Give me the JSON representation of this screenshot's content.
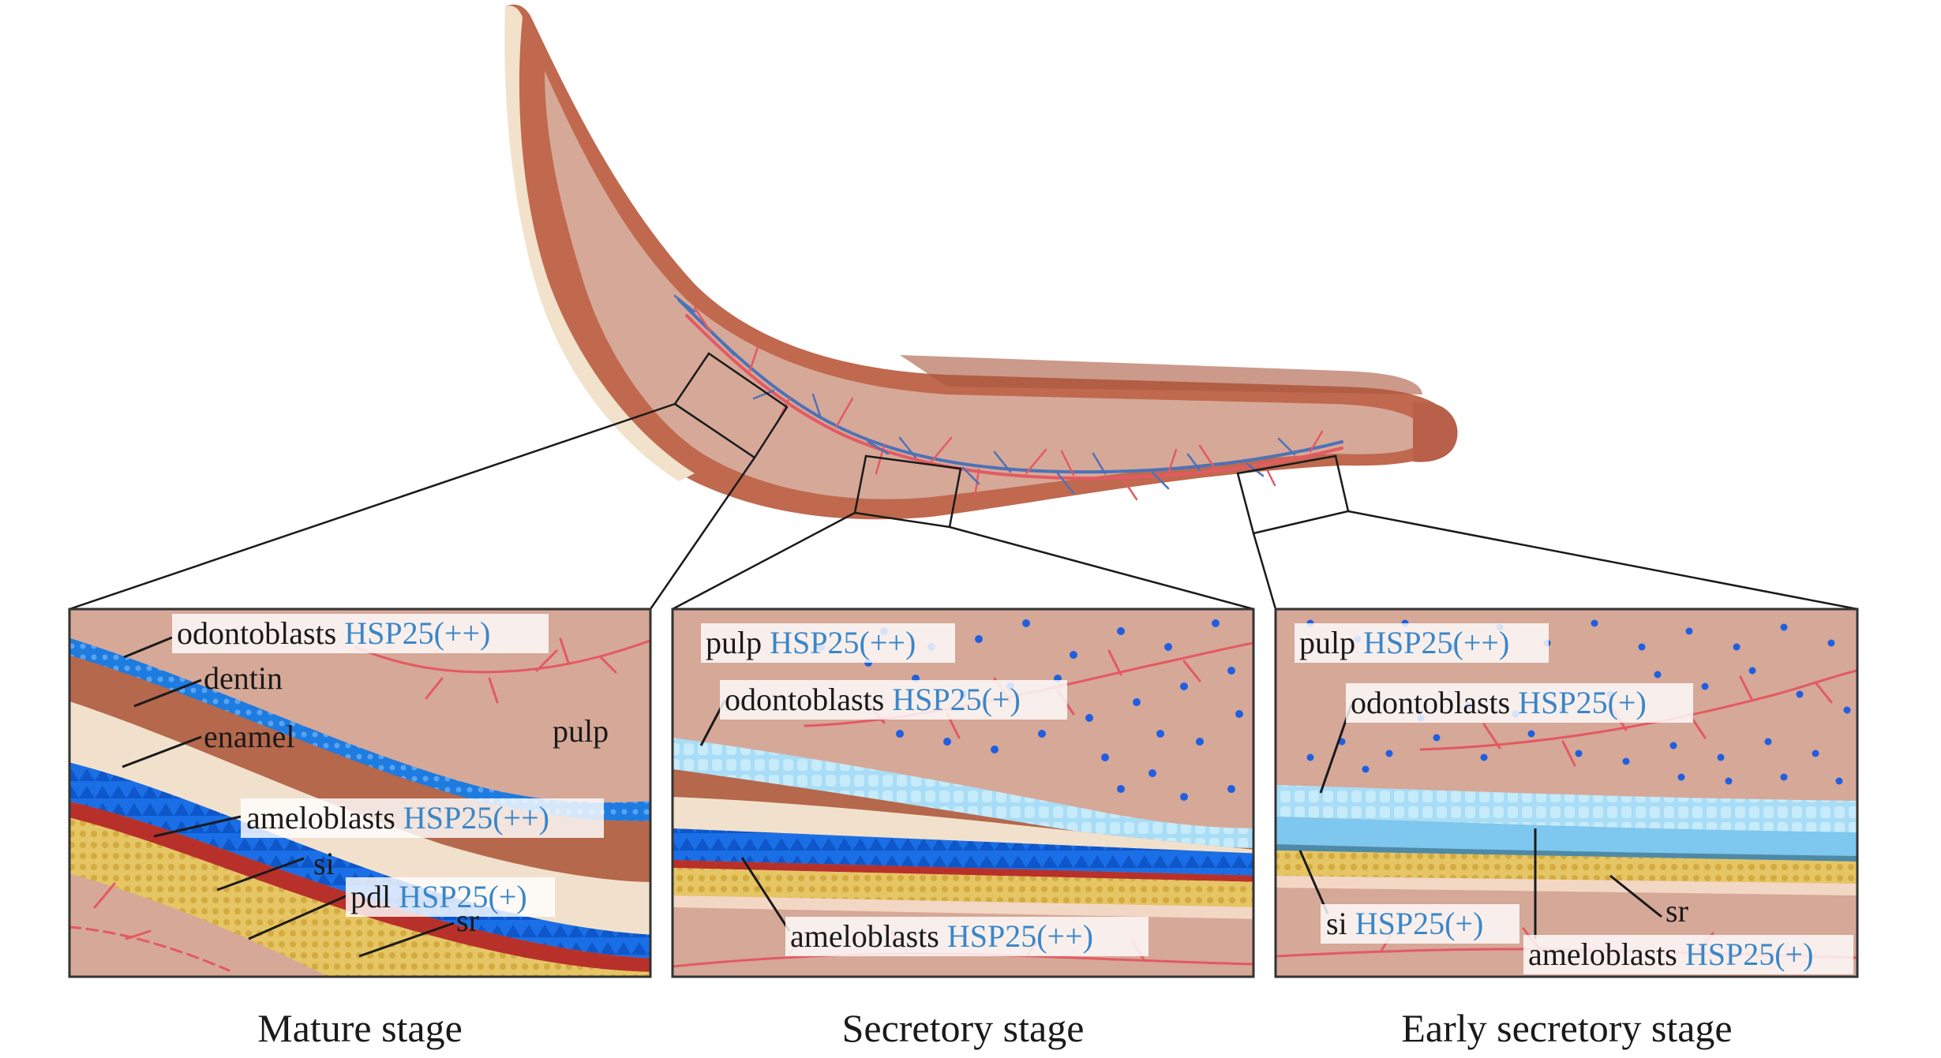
{
  "colors": {
    "pulp": "#d6a898",
    "dentin": "#b5684c",
    "enamel": "#f1e1cc",
    "odontoblast": "#1e7be0",
    "ameloblast": "#1a6fe6",
    "light_cells": "#a8dcf5",
    "stratum": "#e3c25f",
    "vessel_red": "#e35a62",
    "vessel_blue": "#4d72b8",
    "hsp_text": "#3a86c8"
  },
  "panels": [
    {
      "caption": "Mature stage",
      "labels": [
        {
          "id": "odontoblasts",
          "text": "odontoblasts",
          "hsp": "HSP25(++)"
        },
        {
          "id": "dentin",
          "text": "dentin",
          "hsp": ""
        },
        {
          "id": "pulp",
          "text": "pulp",
          "hsp": ""
        },
        {
          "id": "enamel",
          "text": "enamel",
          "hsp": ""
        },
        {
          "id": "ameloblasts",
          "text": "ameloblasts",
          "hsp": "HSP25(++)"
        },
        {
          "id": "si",
          "text": "si",
          "hsp": ""
        },
        {
          "id": "pdl",
          "text": "pdl",
          "hsp": "HSP25(+)"
        },
        {
          "id": "sr",
          "text": "sr",
          "hsp": ""
        }
      ]
    },
    {
      "caption": "Secretory stage",
      "labels": [
        {
          "id": "pulp",
          "text": "pulp",
          "hsp": "HSP25(++)"
        },
        {
          "id": "odontoblasts",
          "text": "odontoblasts",
          "hsp": "HSP25(+)"
        },
        {
          "id": "ameloblasts",
          "text": "ameloblasts",
          "hsp": "HSP25(++)"
        }
      ]
    },
    {
      "caption": "Early secretory stage",
      "labels": [
        {
          "id": "pulp",
          "text": "pulp",
          "hsp": "HSP25(++)"
        },
        {
          "id": "odontoblasts",
          "text": "odontoblasts",
          "hsp": "HSP25(+)"
        },
        {
          "id": "si",
          "text": "si",
          "hsp": "HSP25(+)"
        },
        {
          "id": "sr",
          "text": "sr",
          "hsp": ""
        },
        {
          "id": "ameloblasts",
          "text": "ameloblasts",
          "hsp": "HSP25(+)"
        }
      ]
    }
  ]
}
